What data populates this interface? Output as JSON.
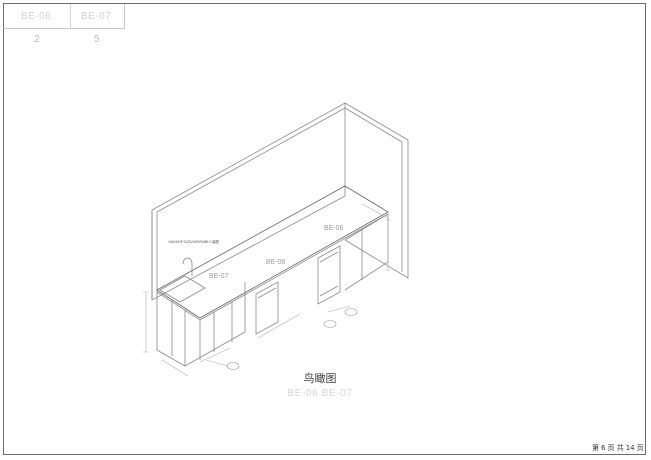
{
  "legend": {
    "codes": [
      "BE-06",
      "BE-07"
    ],
    "counts": [
      "2",
      "5"
    ]
  },
  "drawing": {
    "note": "1/A04/P/FOOD/ASSEMBLY 装配",
    "item_labels": [
      "BE-07",
      "BE-06",
      "BE-06"
    ]
  },
  "title": "鸟瞰图",
  "subtitle": "BE-06  BE-07",
  "page": {
    "prefix": "第",
    "current": "6",
    "mid": "页  共",
    "total": "14",
    "suffix": "页"
  }
}
